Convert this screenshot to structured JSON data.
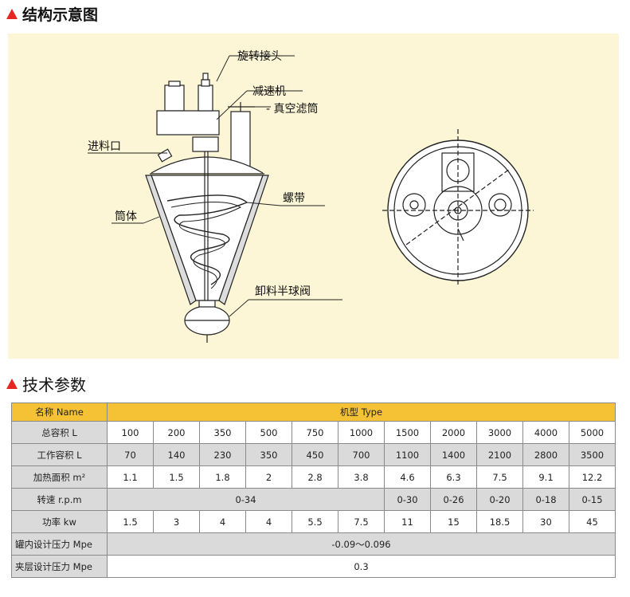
{
  "section1": {
    "title": "结构示意图"
  },
  "diagram": {
    "labels": {
      "rotary_joint": "旋转接头",
      "reducer": "减速机",
      "vacuum_filter": "真空滤筒",
      "feed_inlet": "进料口",
      "screw_belt": "螺带",
      "cylinder": "筒体",
      "discharge_valve": "卸料半球阀"
    }
  },
  "section2": {
    "title": "技术参数"
  },
  "table": {
    "header": {
      "name": "名称 Name",
      "model": "机型 Type"
    },
    "rows": [
      {
        "label": "总容积 L",
        "cells": [
          "100",
          "200",
          "350",
          "500",
          "750",
          "1000",
          "1500",
          "2000",
          "3000",
          "4000",
          "5000"
        ]
      },
      {
        "label": "工作容积 L",
        "cells": [
          "70",
          "140",
          "230",
          "350",
          "450",
          "700",
          "1100",
          "1400",
          "2100",
          "2800",
          "3500"
        ]
      },
      {
        "label": "加热面积 m²",
        "cells": [
          "1.1",
          "1.5",
          "1.8",
          "2",
          "2.8",
          "3.8",
          "4.6",
          "6.3",
          "7.5",
          "9.1",
          "12.2"
        ]
      },
      {
        "label": "转速 r.p.m",
        "merged": "0-34",
        "cells": [
          "0-30",
          "0-26",
          "0-20",
          "0-18",
          "0-15"
        ]
      },
      {
        "label": "功率 kw",
        "cells": [
          "1.5",
          "3",
          "4",
          "4",
          "5.5",
          "7.5",
          "11",
          "15",
          "18.5",
          "30",
          "45"
        ]
      },
      {
        "label": "罐内设计压力 Mpe",
        "merged": "-0.09～0.096"
      },
      {
        "label": "夹层设计压力 Mpe",
        "merged": "0.3"
      }
    ]
  }
}
